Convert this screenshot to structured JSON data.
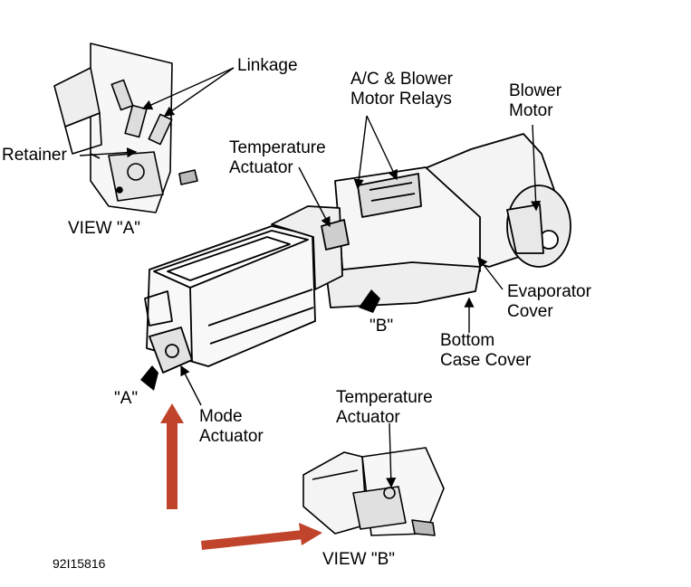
{
  "diagram_code": "92I15816",
  "labels": {
    "linkage": "Linkage",
    "retainer": "Retainer",
    "view_a": "VIEW \"A\"",
    "ac_blower_relays": {
      "line1": "A/C & Blower",
      "line2": "Motor Relays"
    },
    "blower_motor": {
      "line1": "Blower",
      "line2": "Motor"
    },
    "temp_actuator_top": {
      "line1": "Temperature",
      "line2": "Actuator"
    },
    "evaporator_cover": {
      "line1": "Evaporator",
      "line2": "Cover"
    },
    "b_marker": "\"B\"",
    "bottom_case_cover": {
      "line1": "Bottom",
      "line2": "Case Cover"
    },
    "a_marker": "\"A\"",
    "mode_actuator": {
      "line1": "Mode",
      "line2": "Actuator"
    },
    "temp_actuator_bottom": {
      "line1": "Temperature",
      "line2": "Actuator"
    },
    "view_b": "VIEW \"B\""
  },
  "colors": {
    "ink": "#000000",
    "annotation_arrow": "#c0442c",
    "background": "#ffffff"
  }
}
